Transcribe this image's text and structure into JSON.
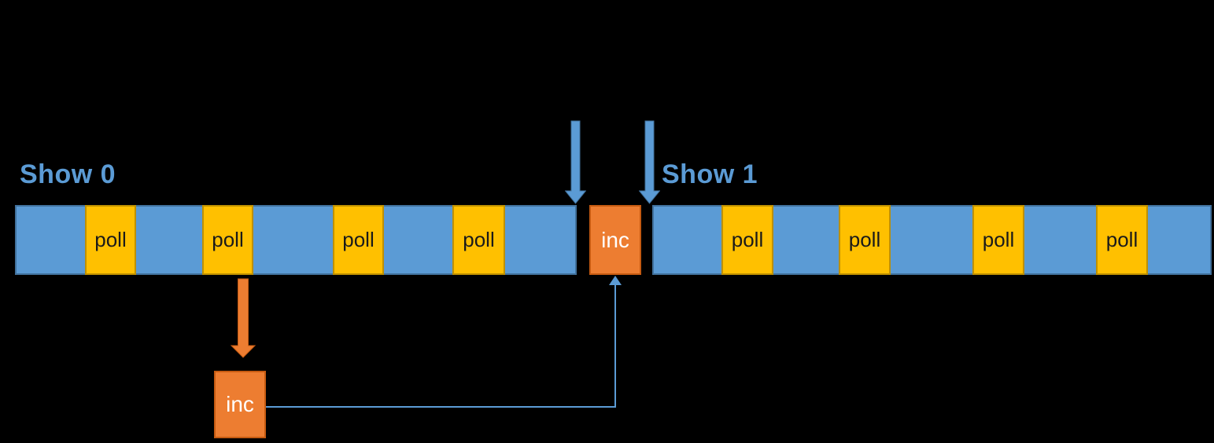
{
  "annotations": {
    "show0": "Show 0",
    "show1": "Show 1"
  },
  "timeline_left": {
    "polls": [
      {
        "label": "poll"
      },
      {
        "label": "poll"
      },
      {
        "label": "poll"
      },
      {
        "label": "poll"
      }
    ]
  },
  "timeline_right": {
    "polls": [
      {
        "label": "poll"
      },
      {
        "label": "poll"
      },
      {
        "label": "poll"
      },
      {
        "label": "poll"
      }
    ]
  },
  "inc_main": {
    "label": "inc"
  },
  "inc_detail": {
    "label": "inc"
  },
  "icons": {
    "show0_arrow": "down-arrow",
    "show1_arrow": "down-arrow",
    "detail_arrow": "down-arrow",
    "connector_arrowhead": "up-arrowhead"
  },
  "colors": {
    "background": "#000000",
    "bar_fill": "#5B9BD5",
    "bar_border": "#41719C",
    "poll_fill": "#FFC000",
    "poll_border": "#BF9000",
    "inc_fill": "#ED7D31",
    "inc_border": "#C55A11",
    "label_text": "#5B9BD5",
    "poll_text": "#1A1A1A",
    "inc_text": "#FFFFFF",
    "connector": "#5B9BD5"
  }
}
